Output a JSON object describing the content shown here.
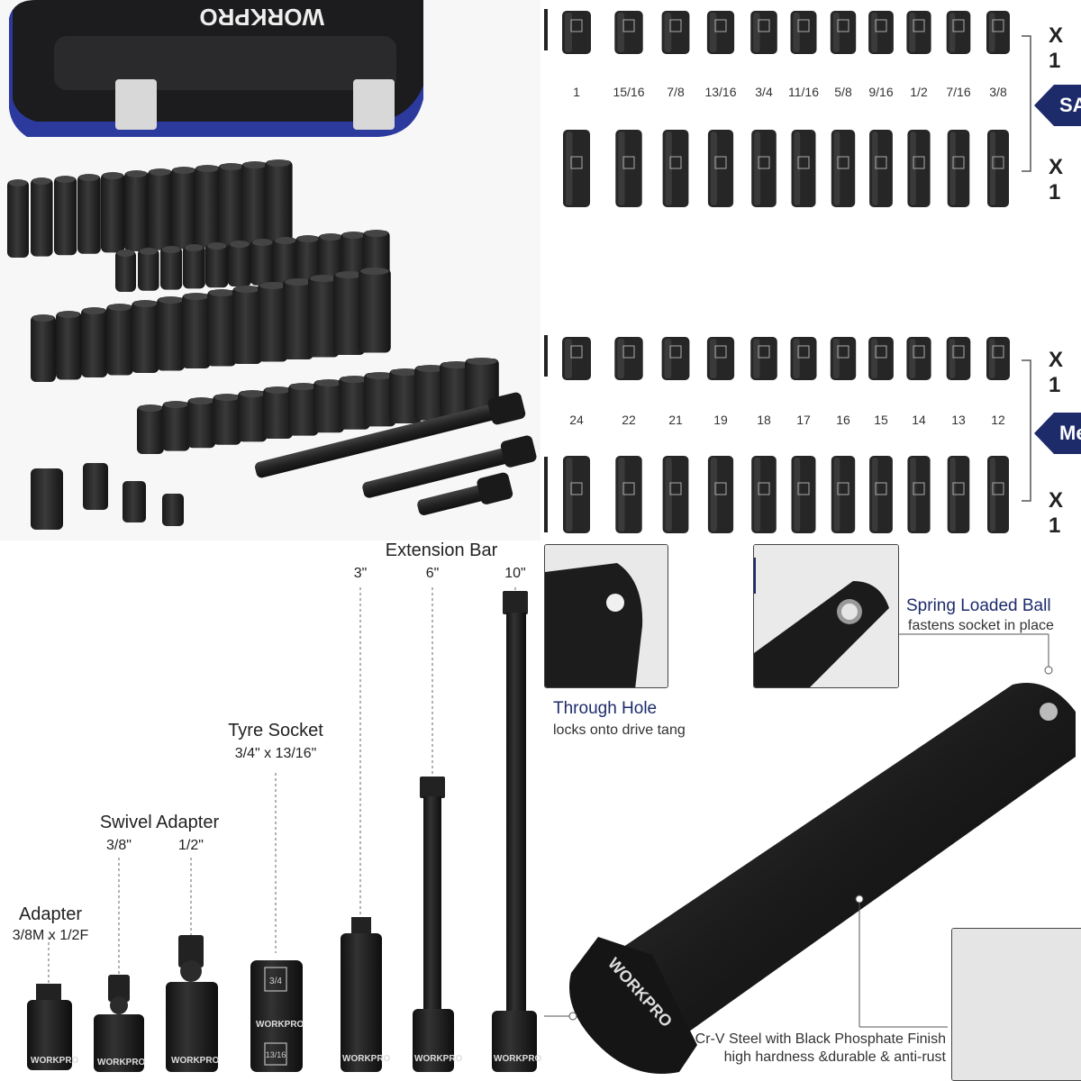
{
  "brand": "WORKPRO",
  "sae": {
    "sizes": [
      "1",
      "15/16",
      "7/8",
      "13/16",
      "3/4",
      "11/16",
      "5/8",
      "9/16",
      "1/2",
      "7/16",
      "3/8"
    ],
    "badge": "SA",
    "mark_top": "X 1",
    "mark_bottom": "X 1"
  },
  "metric": {
    "sizes": [
      "24",
      "22",
      "21",
      "19",
      "18",
      "17",
      "16",
      "15",
      "14",
      "13",
      "12"
    ],
    "badge": "Met",
    "mark_top": "X 1",
    "mark_bottom": "X 1"
  },
  "components": {
    "extension_title": "Extension Bar",
    "ext_3": "3\"",
    "ext_6": "6\"",
    "ext_10": "10\"",
    "tyre_title": "Tyre Socket",
    "tyre_sub": "3/4\" x 13/16\"",
    "swivel_title": "Swivel Adapter",
    "swivel_38": "3/8\"",
    "swivel_12": "1/2\"",
    "adapter_title": "Adapter",
    "adapter_sub": "3/8M x 1/2F",
    "tyre_mark_top": "3/4",
    "tyre_mark_bottom": "13/16"
  },
  "features": {
    "through_hole_title": "Through Hole",
    "through_hole_sub": "locks onto drive tang",
    "spring_ball_title": "Spring Loaded Ball",
    "spring_ball_sub": "fastens socket in place",
    "steel_title": "Cr-V Steel with Black Phosphate Finish",
    "steel_sub": "high hardness &durable & anti-rust"
  },
  "colors": {
    "accent_navy": "#1d2b6b",
    "case_blue": "#2c3a9e",
    "socket_black": "#262626"
  }
}
